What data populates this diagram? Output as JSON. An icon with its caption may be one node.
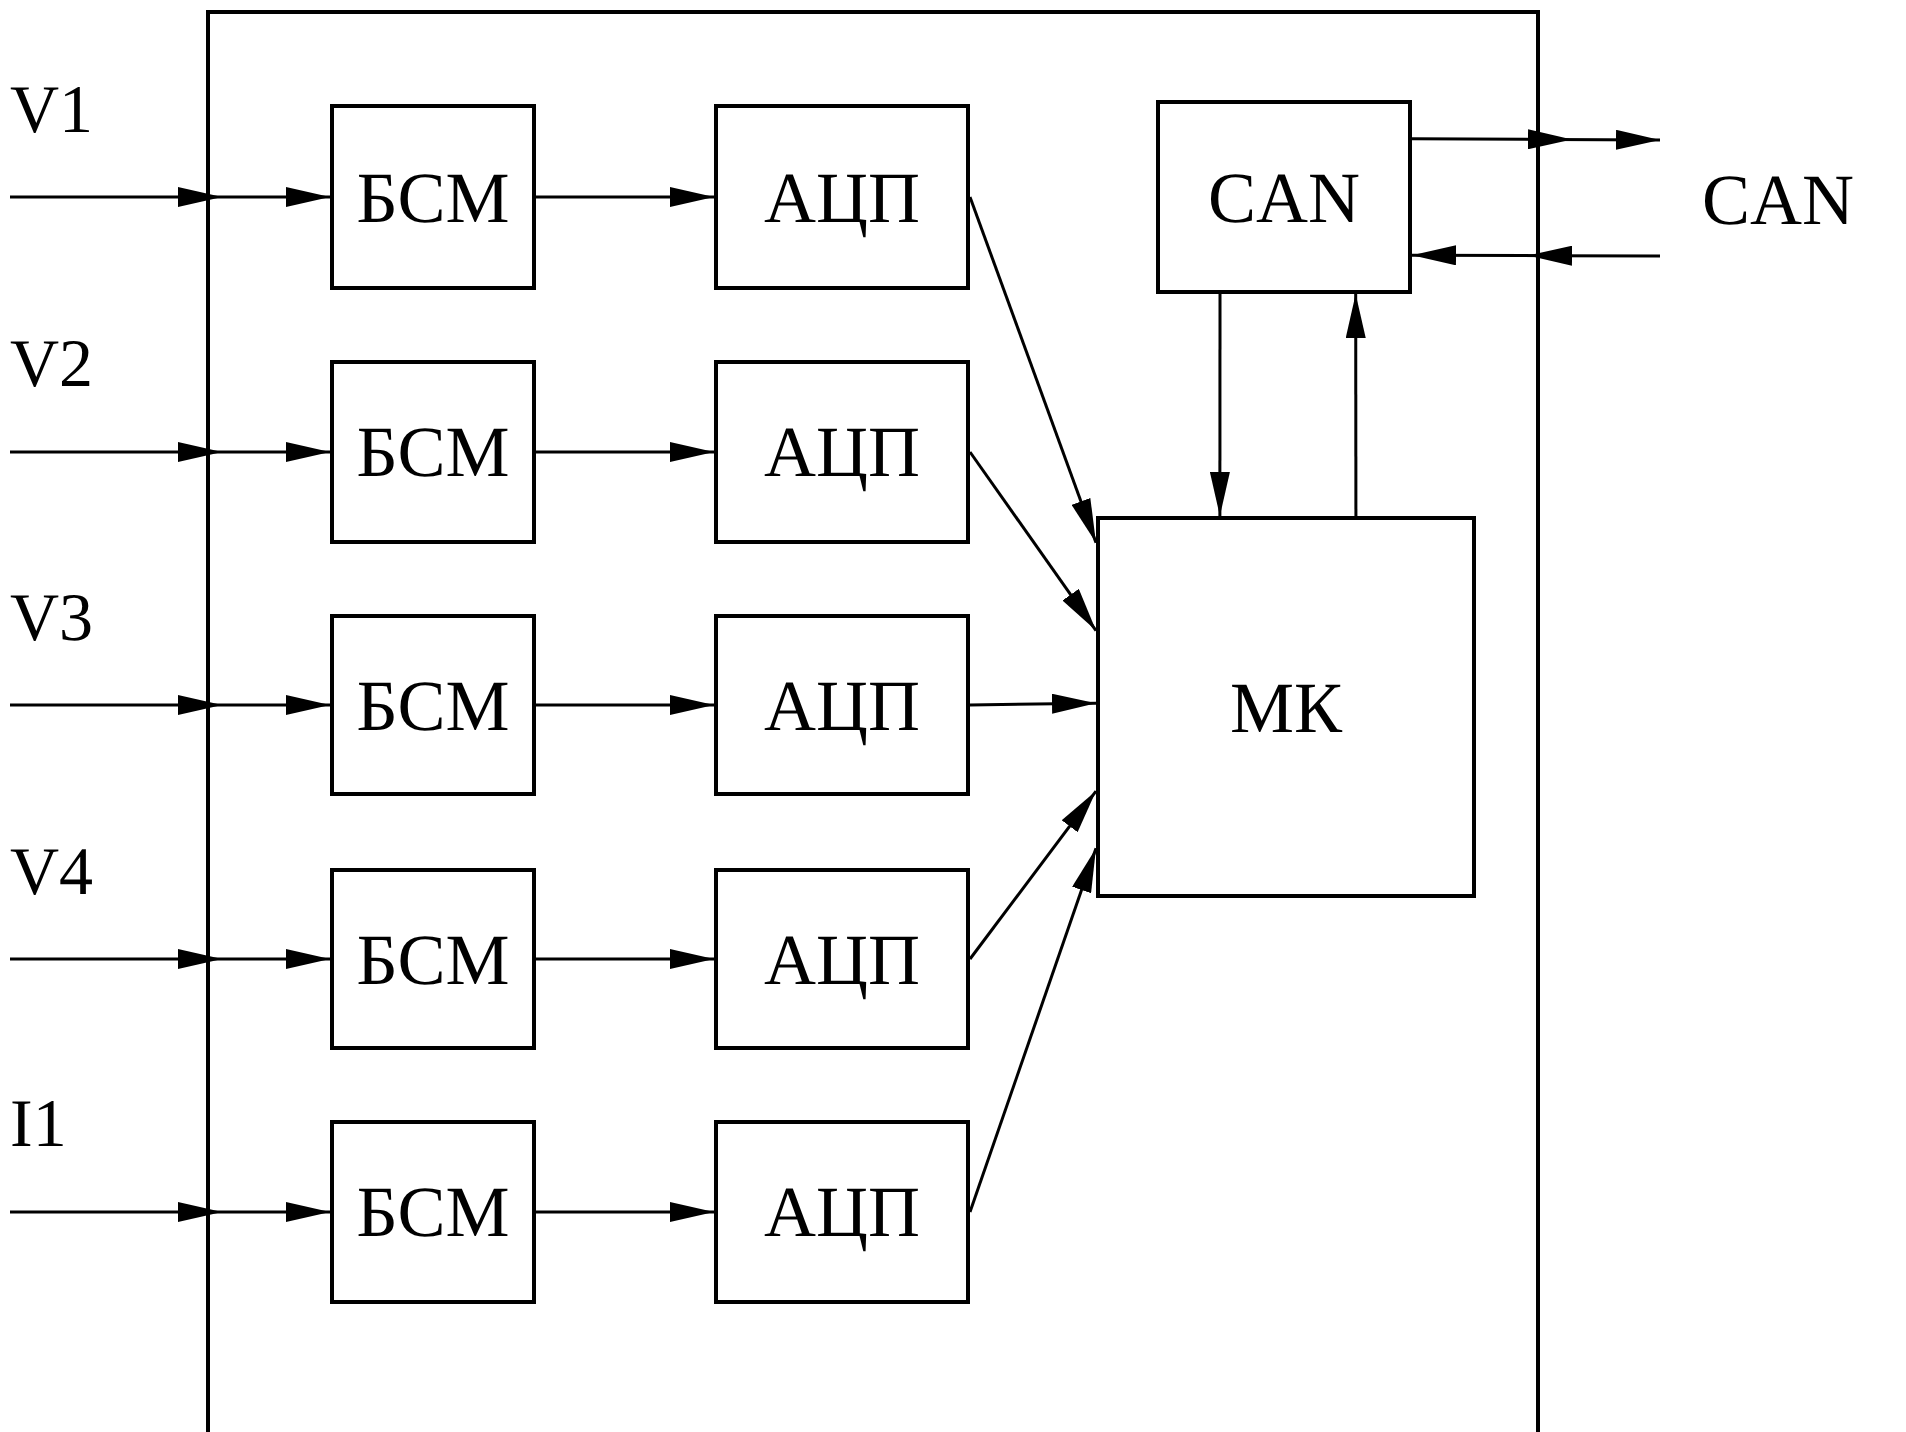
{
  "diagram": {
    "nodes": [
      {
        "text": [],
        "shape": "box"
      },
      {
        "text": [
          "БСМ"
        ],
        "in": 0
      },
      {
        "text": [
          "БСМ"
        ],
        "in": 0
      },
      {
        "text": [
          "БСМ"
        ],
        "in": 0
      },
      {
        "text": [
          "БСМ"
        ],
        "in": 0
      },
      {
        "text": [
          "БСМ"
        ],
        "in": 0
      },
      {
        "text": [
          "АЦП"
        ],
        "in": 0
      },
      {
        "text": [
          "АЦП"
        ],
        "in": 0
      },
      {
        "text": [
          "АЦП"
        ],
        "in": 0
      },
      {
        "text": [
          "АЦП"
        ],
        "in": 0
      },
      {
        "text": [
          "АЦП"
        ],
        "in": 0
      },
      {
        "text": [
          "CAN"
        ],
        "in": 0
      },
      {
        "text": [
          "МК"
        ],
        "in": 0
      },
      {
        "text": [
          "CAN"
        ]
      }
    ],
    "edges": [
      {
        "from": null,
        "to": 1,
        "arrow": "to",
        "label": "V1"
      },
      {
        "from": null,
        "to": 2,
        "arrow": "to",
        "label": "V2"
      },
      {
        "from": null,
        "to": 3,
        "arrow": "to",
        "label": "V3"
      },
      {
        "from": null,
        "to": 4,
        "arrow": "to",
        "label": "V4"
      },
      {
        "from": null,
        "to": 5,
        "arrow": "to",
        "label": "I1"
      },
      {
        "from": 1,
        "to": 6,
        "arrow": "to"
      },
      {
        "from": 2,
        "to": 7,
        "arrow": "to"
      },
      {
        "from": 3,
        "to": 8,
        "arrow": "to"
      },
      {
        "from": 4,
        "to": 9,
        "arrow": "to"
      },
      {
        "from": 5,
        "to": 10,
        "arrow": "to"
      },
      {
        "from": 6,
        "to": 12,
        "arrow": "to"
      },
      {
        "from": 7,
        "to": 12,
        "arrow": "to"
      },
      {
        "from": 8,
        "to": 12,
        "arrow": "to"
      },
      {
        "from": 9,
        "to": 12,
        "arrow": "to"
      },
      {
        "from": 10,
        "to": 12,
        "arrow": "to"
      },
      {
        "from": 11,
        "to": 12,
        "arrow": "to"
      },
      {
        "from": 12,
        "to": 11,
        "arrow": "to"
      },
      {
        "from": 11,
        "to": 13,
        "arrow": "to"
      },
      {
        "from": 13,
        "to": 11,
        "arrow": "to"
      }
    ]
  }
}
